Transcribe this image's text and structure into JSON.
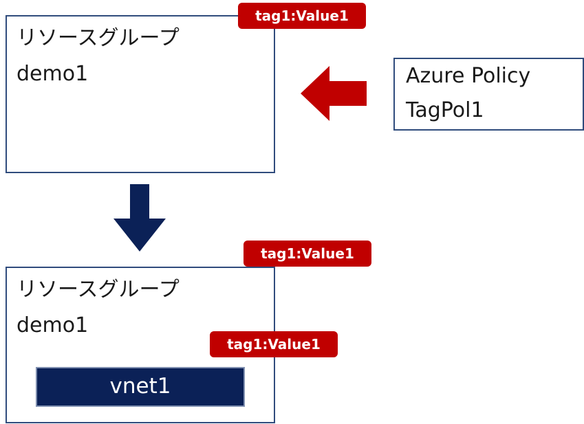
{
  "top_group": {
    "type_label": "リソースグループ",
    "name": "demo1",
    "tag": "tag1:Value1"
  },
  "policy": {
    "label": "Azure Policy",
    "name": "TagPol1"
  },
  "bottom_group": {
    "type_label": "リソースグループ",
    "name": "demo1",
    "tag": "tag1:Value1",
    "resource": {
      "name": "vnet1",
      "tag": "tag1:Value1"
    }
  },
  "colors": {
    "box_border": "#2f4b7c",
    "tag_fill": "#c00000",
    "policy_arrow": "#c00000",
    "flow_arrow": "#0b2157",
    "vnet_fill": "#0b2157"
  }
}
